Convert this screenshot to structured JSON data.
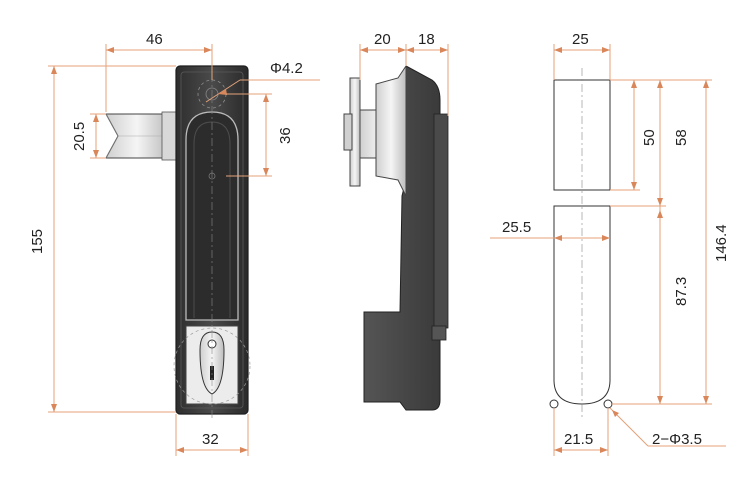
{
  "dimensions": {
    "front": {
      "width_top": "46",
      "hole_dia": "Φ4.2",
      "latch_height": "20.5",
      "hole_spacing": "36",
      "total_height": "155",
      "base_width": "32"
    },
    "side": {
      "depth_left": "20",
      "depth_right": "18"
    },
    "right": {
      "width": "25",
      "upper_cut": "50",
      "upper_total": "58",
      "lower_offset": "25.5",
      "lower_height": "87.3",
      "overall_height": "146.4",
      "hole_spacing": "21.5",
      "holes": "2−Φ3.5"
    }
  },
  "colors": {
    "dimension_line": "#e4a27a",
    "body": "#3d3d3d",
    "metal": "#e8e8e8"
  }
}
